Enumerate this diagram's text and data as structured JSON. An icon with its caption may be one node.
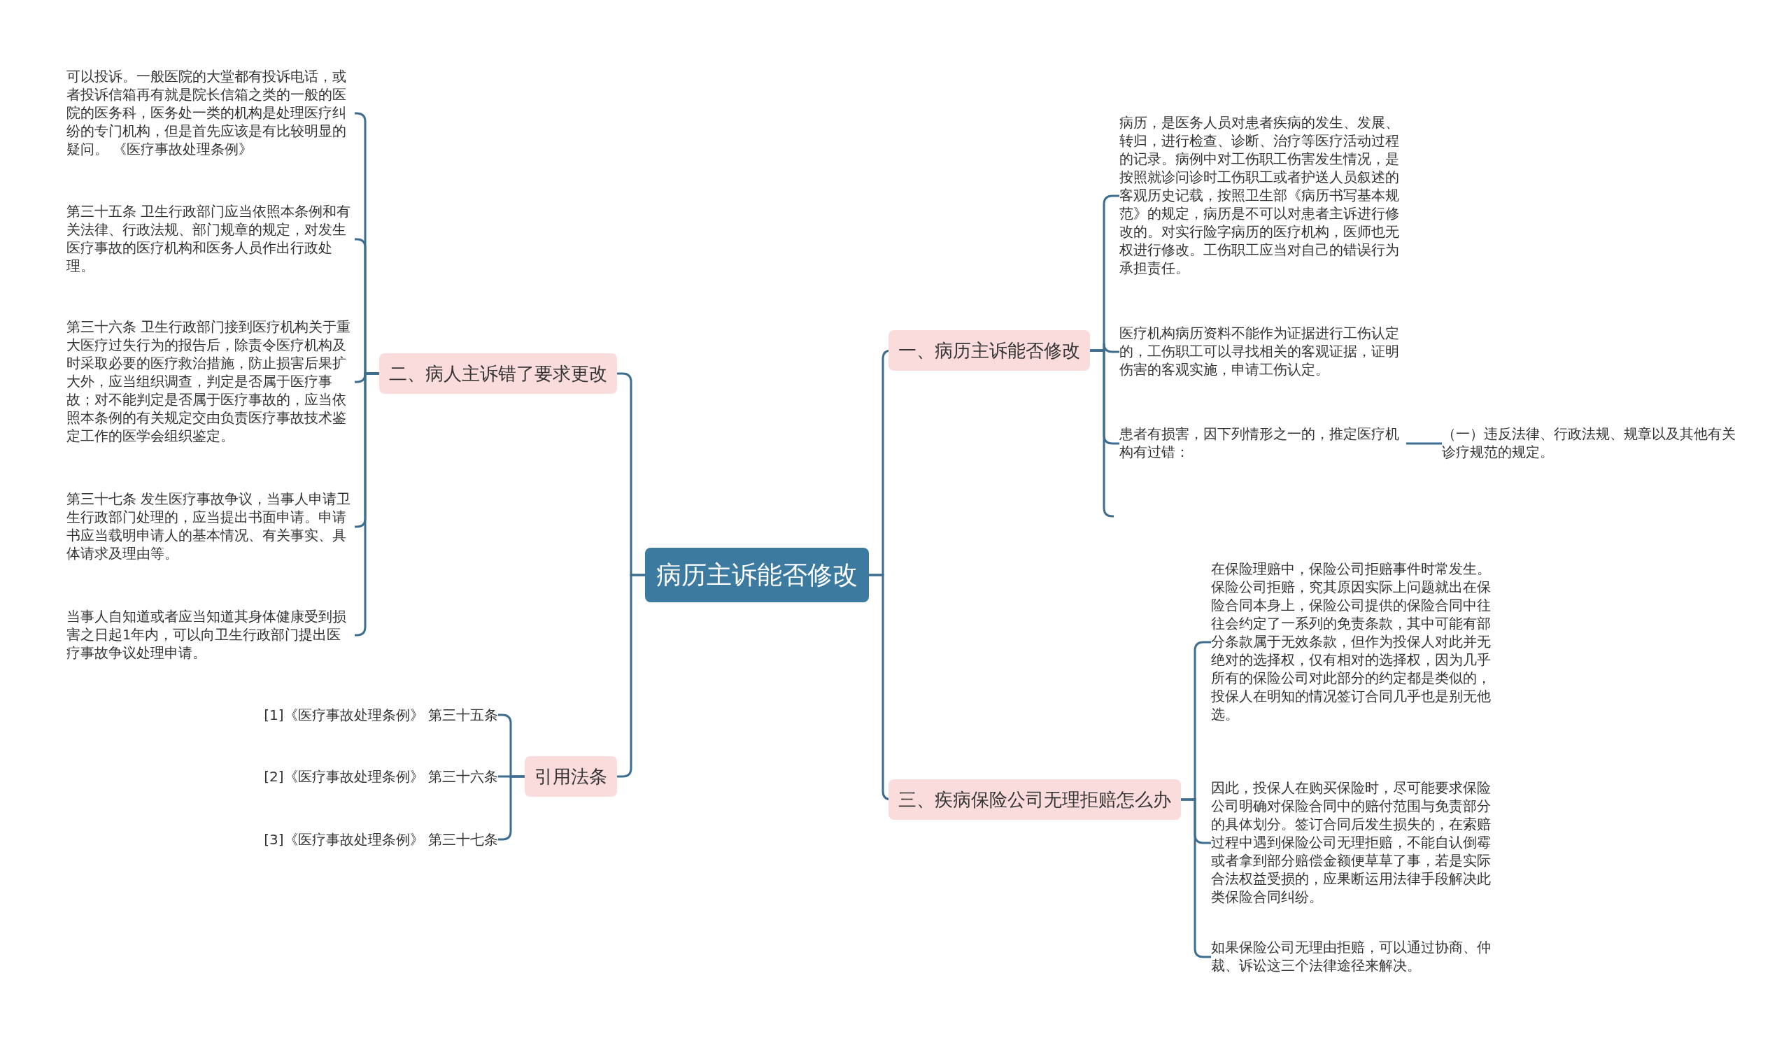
{
  "diagram": {
    "nodes": [
      {
        "text": [
          "病历主诉能否修改"
        ]
      },
      {
        "text": [
          "一、病历主诉能否修改"
        ]
      },
      {
        "text": [
          "病历，是医务人员对患者疾病的发生、发展、转归，进行检查、诊断、治疗等医疗活动过程的记录。病例中对工伤职工伤害发生情况，是按照就诊问诊时工伤职工或者护送人员叙述的客观历史记载，按照卫生部《病历书写基本规范》的规定，病历是不可以对患者主诉进行修改的。对实行险字病历的医疗机构，医师也无权进行修改。工伤职工应当对自己的错误行为承担责任。"
        ]
      },
      {
        "text": [
          "医疗机构病历资料不能作为证据进行工伤认定的，工伤职工可以寻找相关的客观证据，证明伤害的客观实施，申请工伤认定。"
        ]
      },
      {
        "text": [
          "患者有损害，因下列情形之一的，推定医疗机构有过错："
        ]
      },
      {
        "text": [
          "（一）违反法律、行政法规、规章以及其他有关诊疗规范的规定。"
        ]
      },
      {
        "text": [
          "三、疾病保险公司无理拒赔怎么办"
        ]
      },
      {
        "text": [
          "在保险理赔中，保险公司拒赔事件时常发生。保险公司拒赔，究其原因实际上问题就出在保险合同本身上，保险公司提供的保险合同中往往会约定了一系列的免责条款，其中可能有部分条款属于无效条款，但作为投保人对此并无绝对的选择权，仅有相对的选择权，因为几乎所有的保险公司对此部分的约定都是类似的，投保人在明知的情况签订合同几乎也是别无他选。"
        ]
      },
      {
        "text": [
          "因此，投保人在购买保险时，尽可能要求保险公司明确对保险合同中的赔付范围与免责部分的具体划分。签订合同后发生损失的，在索赔过程中遇到保险公司无理拒赔，不能自认倒霉或者拿到部分赔偿金额便草草了事，若是实际合法权益受损的，应果断运用法律手段解决此类保险合同纠纷。"
        ]
      },
      {
        "text": [
          "如果保险公司无理由拒赔，可以通过协商、仲裁、诉讼这三个法律途径来解决。"
        ]
      },
      {
        "text": [
          "二、病人主诉错了要求更改"
        ]
      },
      {
        "text": [
          "可以投诉。一般医院的大堂都有投诉电话，或者投诉信箱再有就是院长信箱之类的一般的医院的医务科，医务处一类的机构是处理医疗纠纷的专门机构，但是首先应该是有比较明显的疑问。 《医疗事故处理条例》"
        ]
      },
      {
        "text": [
          "第三十五条 卫生行政部门应当依照本条例和有关法律、行政法规、部门规章的规定，对发生医疗事故的医疗机构和医务人员作出行政处理。"
        ]
      },
      {
        "text": [
          "第三十六条 卫生行政部门接到医疗机构关于重大医疗过失行为的报告后，除责令医疗机构及时采取必要的医疗救治措施，防止损害后果扩大外，应当组织调查，判定是否属于医疗事故；对不能判定是否属于医疗事故的，应当依照本条例的有关规定交由负责医疗事故技术鉴定工作的医学会组织鉴定。"
        ]
      },
      {
        "text": [
          "第三十七条 发生医疗事故争议，当事人申请卫生行政部门处理的，应当提出书面申请。申请书应当载明申请人的基本情况、有关事实、具体请求及理由等。"
        ]
      },
      {
        "text": [
          "当事人自知道或者应当知道其身体健康受到损害之日起1年内，可以向卫生行政部门提出医疗事故争议处理申请。"
        ]
      },
      {
        "text": [
          "引用法条"
        ]
      },
      {
        "text": [
          "[1]《医疗事故处理条例》 第三十五条"
        ]
      },
      {
        "text": [
          "[2]《医疗事故处理条例》 第三十六条"
        ]
      },
      {
        "text": [
          "[3]《医疗事故处理条例》 第三十七条"
        ]
      }
    ],
    "edges": [
      {
        "from": 0,
        "to": 1,
        "arrow": "none"
      },
      {
        "from": 1,
        "to": 2,
        "arrow": "none"
      },
      {
        "from": 1,
        "to": 3,
        "arrow": "none"
      },
      {
        "from": 1,
        "to": 4,
        "arrow": "none"
      },
      {
        "from": 4,
        "to": 5,
        "arrow": "none"
      },
      {
        "from": 1,
        "to": null,
        "arrow": "none"
      },
      {
        "from": 0,
        "to": 6,
        "arrow": "none"
      },
      {
        "from": 6,
        "to": 7,
        "arrow": "none"
      },
      {
        "from": 6,
        "to": 8,
        "arrow": "none"
      },
      {
        "from": 6,
        "to": 9,
        "arrow": "none"
      },
      {
        "from": 0,
        "to": 10,
        "arrow": "none"
      },
      {
        "from": 10,
        "to": 11,
        "arrow": "none"
      },
      {
        "from": 10,
        "to": 12,
        "arrow": "none"
      },
      {
        "from": 10,
        "to": 13,
        "arrow": "none"
      },
      {
        "from": 10,
        "to": 14,
        "arrow": "none"
      },
      {
        "from": 10,
        "to": 15,
        "arrow": "none"
      },
      {
        "from": 0,
        "to": 16,
        "arrow": "none"
      },
      {
        "from": 16,
        "to": 17,
        "arrow": "none"
      },
      {
        "from": 16,
        "to": 18,
        "arrow": "none"
      },
      {
        "from": 16,
        "to": 19,
        "arrow": "none"
      }
    ]
  }
}
